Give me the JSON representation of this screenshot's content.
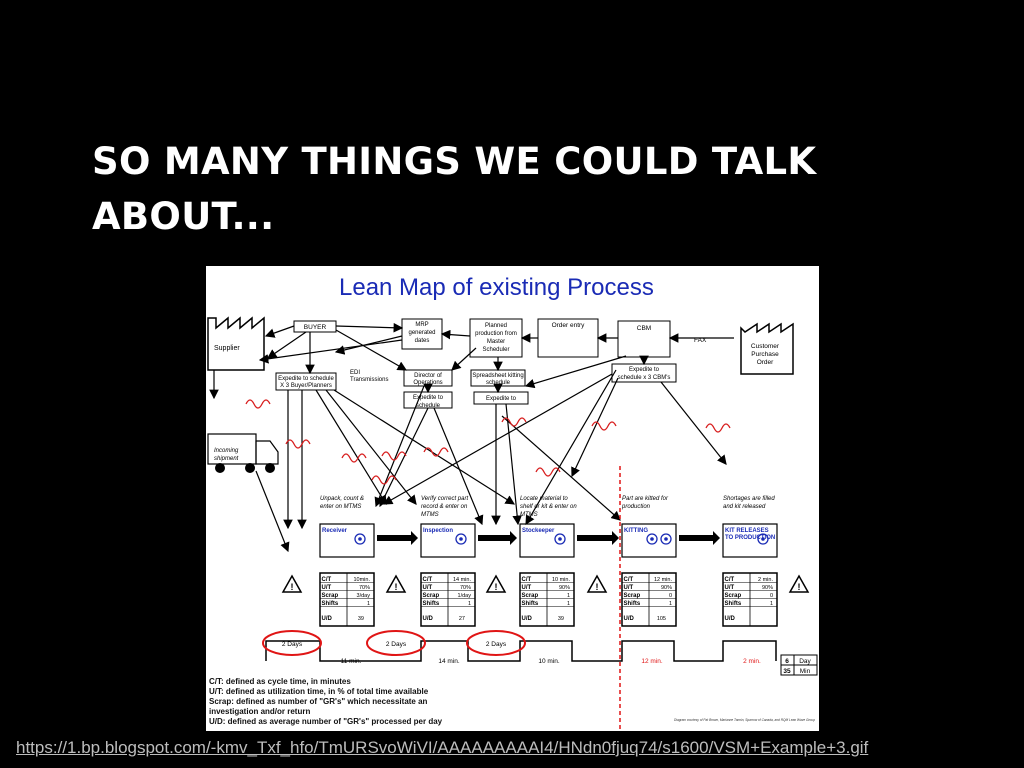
{
  "slide": {
    "title": "SO MANY THINGS WE COULD TALK ABOUT...",
    "source_url": "https://1.bp.blogspot.com/-kmv_Txf_hfo/TmURSvoWiVI/AAAAAAAAAI4/HNdn0fjuq74/s1600/VSM+Example+3.gif"
  },
  "diagram": {
    "title": "Lean Map of existing Process",
    "nodes": {
      "supplier": "Supplier",
      "buyer": "BUYER",
      "mrp": [
        "MRP",
        "generated",
        "dates"
      ],
      "planned": [
        "Planned",
        "production from",
        "Master",
        "Scheduler"
      ],
      "order_entry": "Order entry",
      "cbm": "CBM",
      "fax": "FAX",
      "customer": [
        "Customer",
        "Purchase",
        "Order"
      ],
      "expedite_buyer": [
        "Expedite to  schedule",
        "X 3 Buyer/Planners"
      ],
      "edi": [
        "EDI",
        "Transmissions"
      ],
      "director": [
        "Director of",
        "Operations"
      ],
      "spreadsheet": [
        "Spreadsheet kitting",
        "schedule"
      ],
      "expedite_dir": [
        "Expedite to",
        "schedule"
      ],
      "expedite_ss": "Expedite to",
      "expedite_cbm": [
        "Expedite to",
        "schedule x 3 CBM's"
      ],
      "incoming": [
        "Incoming",
        "shipment"
      ]
    },
    "steps": [
      {
        "note": [
          "Unpack, count &",
          "enter on MTMS"
        ],
        "label": "Receiver",
        "ct": "10min.",
        "ut": "70%",
        "scrap": "3/day",
        "shifts": "1",
        "ud": "39"
      },
      {
        "note": [
          "Verify correct part",
          "record & enter on",
          "MTMS"
        ],
        "label": "Inspection",
        "ct": "14 min.",
        "ut": "70%",
        "scrap": "1/day",
        "shifts": "1",
        "ud": "27"
      },
      {
        "note": [
          "Locate material to",
          "shelf or kit & enter on",
          "MTMS"
        ],
        "label": "Stockeeper",
        "ct": "10 min.",
        "ut": "90%",
        "scrap": "1",
        "shifts": "1",
        "ud": "39"
      },
      {
        "note": [
          "Part are kitted for",
          "production"
        ],
        "label": "KITTING",
        "ct": "12 min.",
        "ut": "90%",
        "scrap": "0",
        "shifts": "1",
        "ud": "105"
      },
      {
        "note": [
          "Shortages are filled",
          "and kit released"
        ],
        "label": [
          "KIT RELEASES",
          "TO PRODUCTION"
        ],
        "ct": "2 min.",
        "ut": "90%",
        "scrap": "0",
        "shifts": "1",
        "ud": ""
      }
    ],
    "table_labels": {
      "ct": "C/T",
      "ut": "U/T",
      "scrap": "Scrap",
      "shifts": "Shifts",
      "ud": "U/D"
    },
    "wait_days": [
      "2 Days",
      "2 Days",
      "2 Days"
    ],
    "timeline": [
      "11 min.",
      "14 min.",
      "10 min.",
      "12 min.",
      "2 min."
    ],
    "totals": {
      "days_value": "6",
      "days_unit": "Day",
      "min_value": "35",
      "min_unit": "Min"
    },
    "legend": [
      "C/T: defined as cycle time, in minutes",
      "U/T: defined as utilization time, in % of total time available",
      "Scrap: defined as number of \"GR's\" which necessitate an",
      "investigation and/or return",
      "U/D: defined as average number of \"GR's\" processed per day"
    ],
    "credit": "Diagram courtesy of Pat Brown, Marianne Tannin, Sparrow of Canada, and RQM Lean Wave Group",
    "annotation": "%​"
  }
}
